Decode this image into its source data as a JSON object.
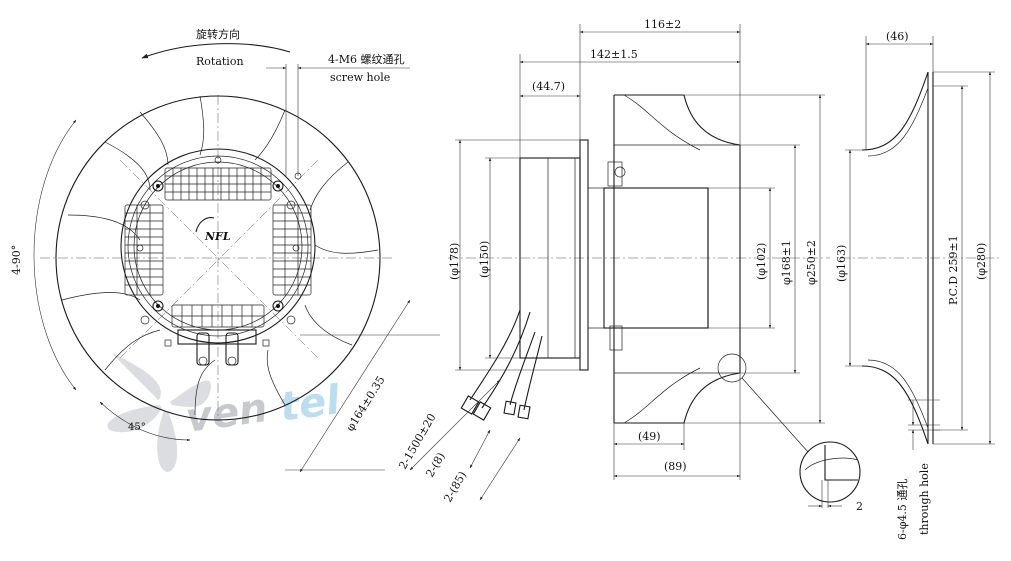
{
  "front_view": {
    "rotation_cn": "旋转方向",
    "rotation_en": "Rotation",
    "screw_cn": "4-M6 螺纹通孔",
    "screw_en": "screw hole",
    "angle_90": "4-90°",
    "angle_45": "45°",
    "dia_164": "φ164±0.35",
    "cable_1500": "2-1500±20",
    "cable_8": "2-(8)",
    "cable_85": "2-(85)",
    "logo": "NFL"
  },
  "side_view": {
    "dim_116": "116±2",
    "dim_142": "142±1.5",
    "dim_44_7": "(44.7)",
    "dia_178": "(φ178)",
    "dia_150": "(φ150)",
    "dia_102": "(φ102)",
    "dia_168": "φ168±1",
    "dia_250": "φ250±2",
    "dim_49": "(49)",
    "dim_89": "(89)",
    "dim_2": "2"
  },
  "ring_view": {
    "dim_46": "(46)",
    "dia_163": "(φ163)",
    "pcd": "P.C.D 259±1",
    "dia_280": "(φ280)",
    "holes_cn": "6-φ4.5 通孔",
    "holes_en": "through hole"
  },
  "watermark": {
    "part1": "ven",
    "part2": "tel"
  },
  "colors": {
    "line": "#1a1a1a",
    "watermark_gray": "#c7c9cc",
    "watermark_blue": "#bcdcef"
  }
}
